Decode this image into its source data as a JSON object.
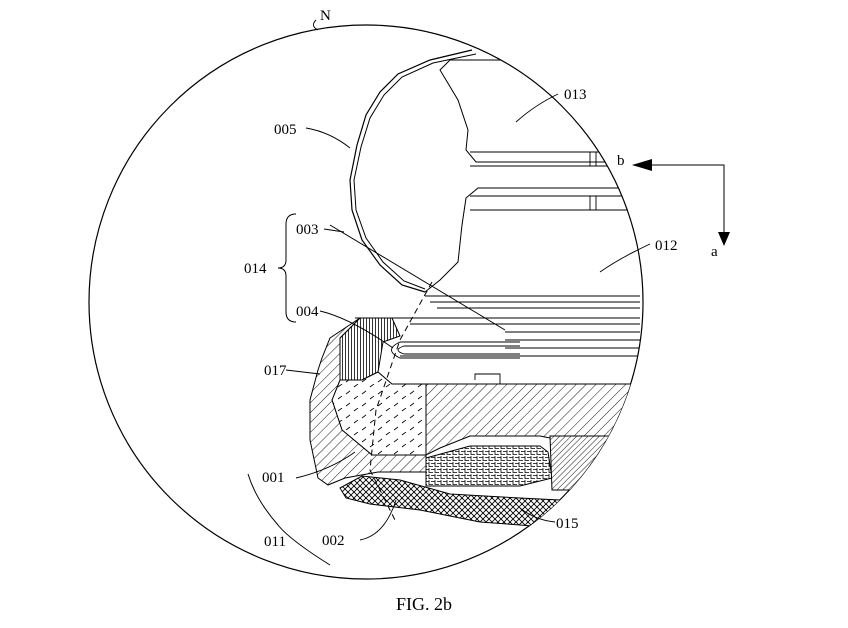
{
  "caption": "FIG. 2b",
  "labels": {
    "n": "N",
    "l013": "013",
    "l005": "005",
    "lb": "b",
    "la": "a",
    "l003": "003",
    "l012": "012",
    "l014": "014",
    "l004": "004",
    "l017": "017",
    "l001": "001",
    "l011": "011",
    "l002": "002",
    "l015": "015"
  }
}
